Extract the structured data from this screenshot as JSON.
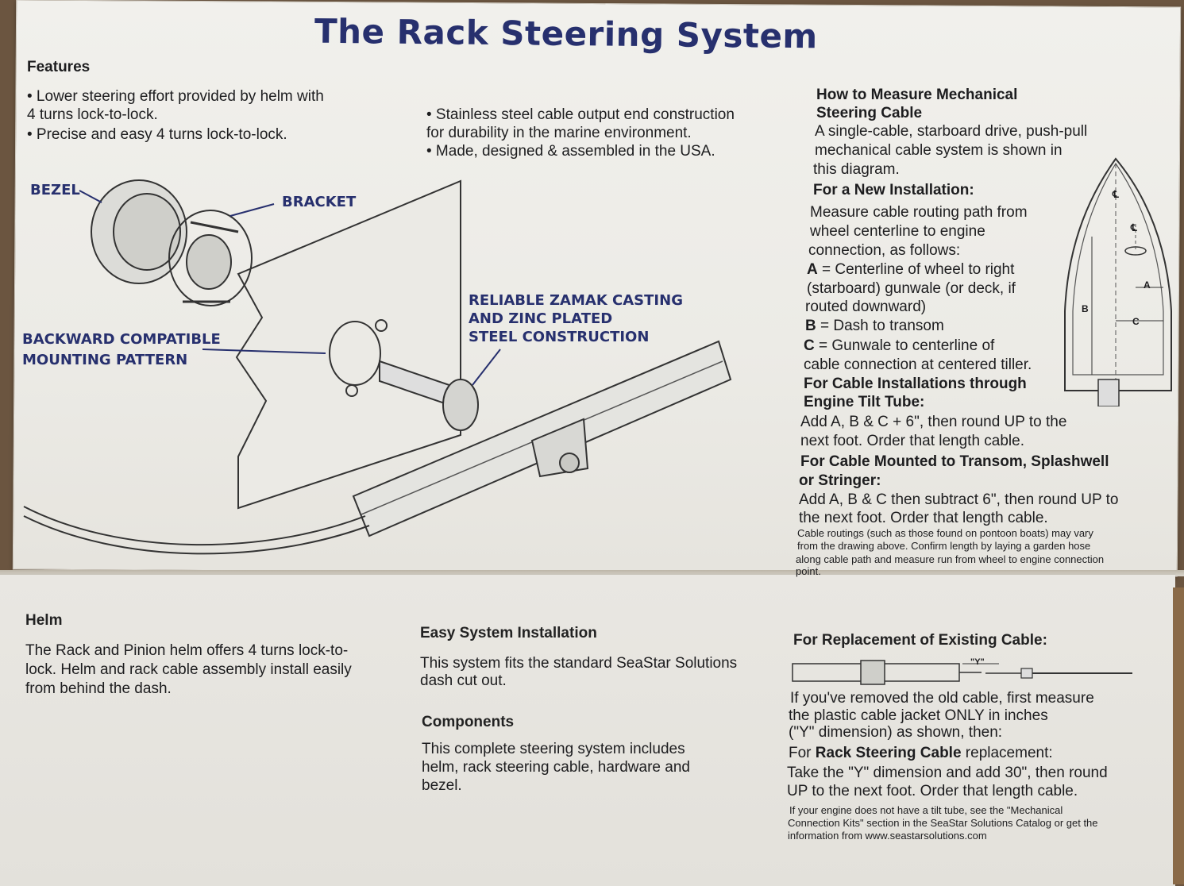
{
  "title": "The Rack Steering System",
  "features": {
    "heading": "Features",
    "lines": [
      "• Lower steering effort provided by helm with",
      "  4 turns lock-to-lock.",
      "• Precise and easy 4 turns lock-to-lock."
    ]
  },
  "features_right": {
    "lines": [
      "• Stainless steel cable output end construction",
      "  for durability in the marine environment.",
      "• Made, designed & assembled in the USA."
    ]
  },
  "callouts": {
    "bezel": "BEZEL",
    "bracket": "BRACKET",
    "backward_1": "BACKWARD COMPATIBLE",
    "backward_2": "MOUNTING PATTERN",
    "zamak_1": "RELIABLE ZAMAK CASTING",
    "zamak_2": "AND ZINC PLATED",
    "zamak_3": "STEEL CONSTRUCTION"
  },
  "measure": {
    "heading_1": "How to Measure Mechanical",
    "heading_2": "Steering Cable",
    "intro": [
      "A single-cable, starboard drive, push-pull",
      "mechanical cable system is shown in",
      "this diagram."
    ],
    "new_install_heading": "For a New Installation:",
    "new_install_lines": [
      "Measure cable routing path from",
      "wheel centerline to engine",
      "connection, as follows:"
    ],
    "a_label": "A",
    "a_lines": [
      " = Centerline of wheel to right",
      " (starboard) gunwale (or deck, if",
      "routed downward)"
    ],
    "b_label": "B",
    "b_line": " = Dash to transom",
    "c_label": "C",
    "c_lines": [
      " = Gunwale to centerline of",
      "cable connection at centered tiller."
    ],
    "tilt_heading_1": "For Cable Installations through",
    "tilt_heading_2": "Engine Tilt Tube:",
    "tilt_lines": [
      "Add A, B & C + 6\", then round UP to the",
      "next foot. Order that length cable."
    ],
    "transom_heading_1": "For Cable Mounted to Transom, Splashwell",
    "transom_heading_2": "or Stringer:",
    "transom_lines": [
      "Add A, B & C then subtract 6\", then round UP to",
      "the next foot. Order that length cable."
    ],
    "note_lines": [
      "Cable routings (such as those found on pontoon boats) may vary",
      "from the drawing above. Confirm length by laying a garden hose",
      "along cable path and measure run from wheel to engine connection",
      "point."
    ],
    "boat_labels": {
      "a": "A",
      "b": "B",
      "c": "C",
      "cl1": "℄",
      "cl2": "℄"
    }
  },
  "helm": {
    "heading": "Helm",
    "lines": [
      "The Rack and Pinion helm offers 4 turns lock-to-",
      "lock.  Helm and rack cable assembly install easily",
      "from behind the dash."
    ]
  },
  "easy": {
    "heading": "Easy System Installation",
    "lines": [
      "This system fits the standard SeaStar Solutions",
      "dash cut out."
    ]
  },
  "components": {
    "heading": "Components",
    "lines": [
      "This complete steering system includes",
      "helm, rack steering cable, hardware and",
      "bezel."
    ]
  },
  "replacement": {
    "heading": "For Replacement of Existing Cable:",
    "y_label": "\"Y\"",
    "lines": [
      "If you've removed the old cable, first measure",
      "the plastic cable jacket ONLY in inches",
      "(\"Y\" dimension) as shown, then:"
    ],
    "rack_prefix": "For ",
    "rack_bold": "Rack Steering Cable",
    "rack_suffix": " replacement:",
    "rack_lines": [
      "Take the \"Y\" dimension and add 30\", then round",
      "UP to the next foot. Order that length cable."
    ],
    "note_lines": [
      "If your engine does not have a tilt tube, see the \"Mechanical",
      "Connection Kits\" section in the SeaStar Solutions Catalog or get the",
      "information from www.seastarsolutions.com"
    ]
  }
}
